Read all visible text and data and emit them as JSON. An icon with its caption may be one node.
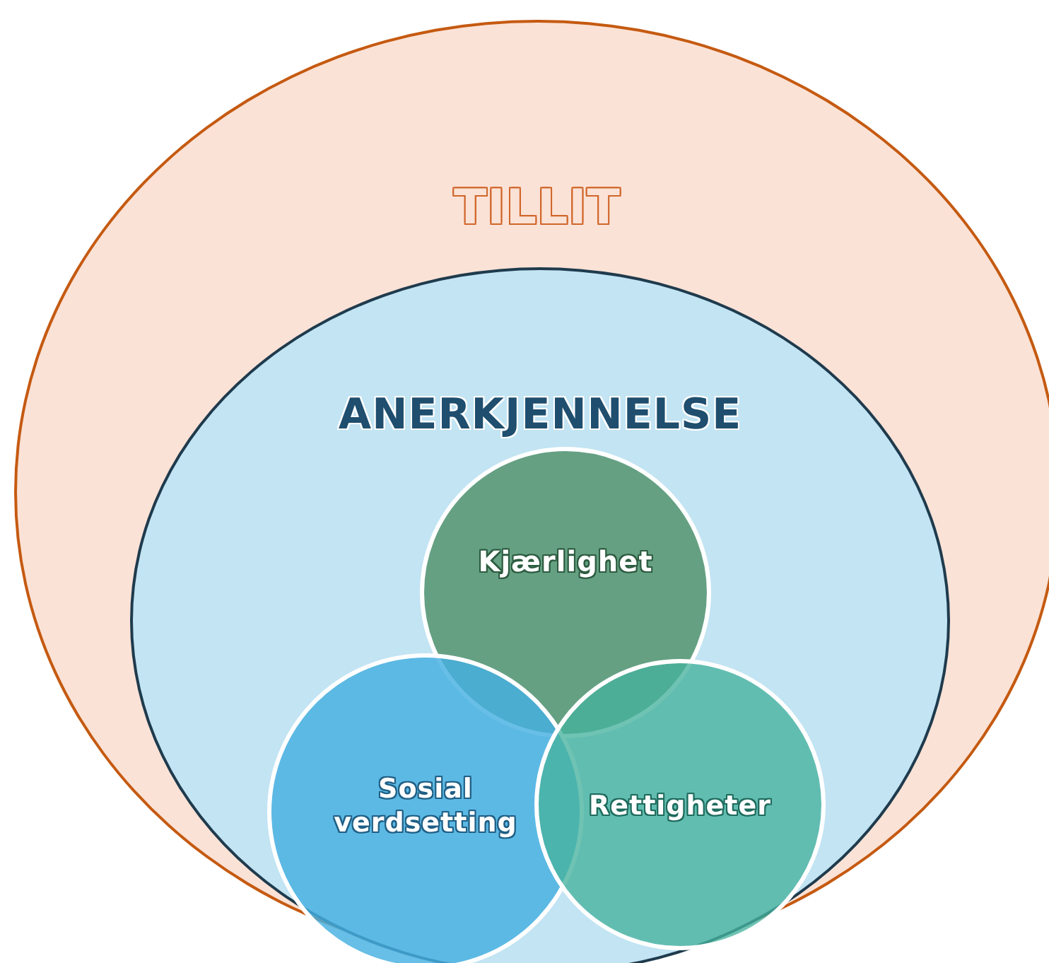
{
  "diagram": {
    "nodes": [
      {
        "text": [
          "TILLIT"
        ]
      },
      {
        "text": [
          "ANERKJENNELSE"
        ],
        "in": 0
      },
      {
        "text": [
          "Kjærlighet"
        ],
        "in": 1
      },
      {
        "text": [
          "Sosial verdsetting"
        ],
        "in": 1
      },
      {
        "text": [
          "Rettigheter"
        ],
        "in": 1
      }
    ]
  }
}
